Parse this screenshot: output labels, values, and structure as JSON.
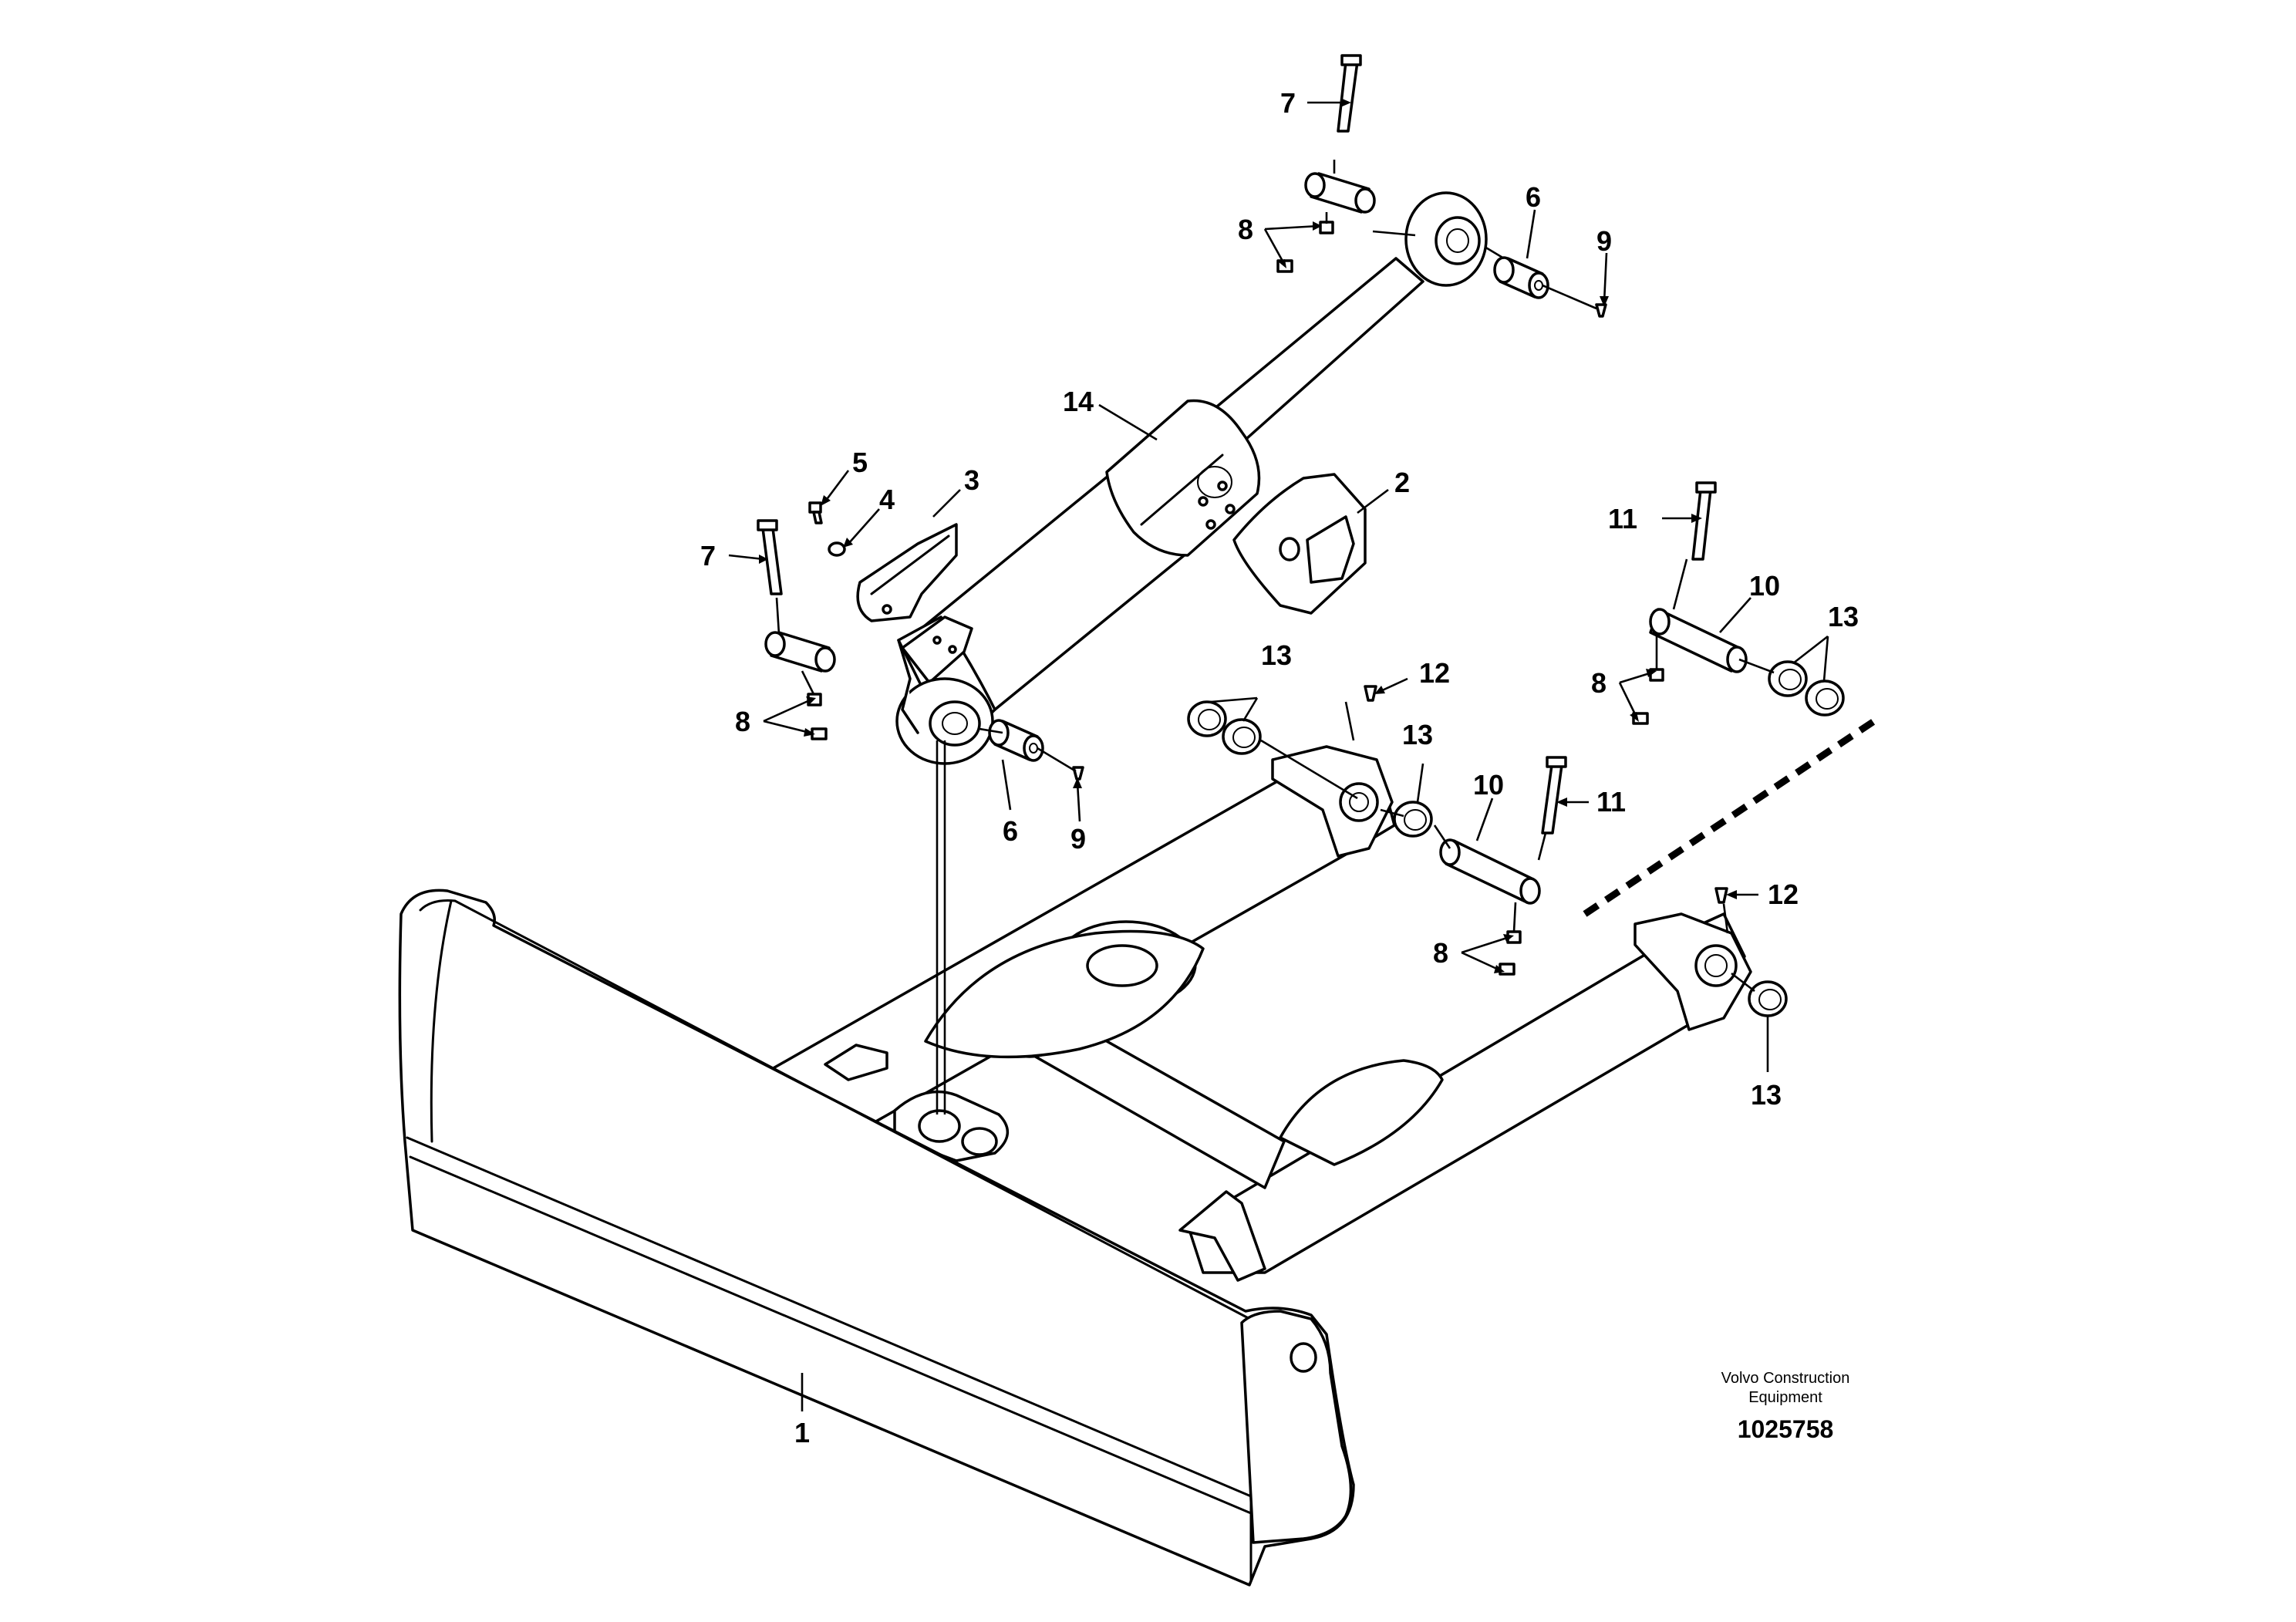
{
  "callouts": {
    "c1": "1",
    "c2": "2",
    "c3": "3",
    "c4": "4",
    "c5": "5",
    "c6a": "6",
    "c6b": "6",
    "c7a": "7",
    "c7b": "7",
    "c8a": "8",
    "c8b": "8",
    "c8c": "8",
    "c8d": "8",
    "c9a": "9",
    "c9b": "9",
    "c10a": "10",
    "c10b": "10",
    "c11a": "11",
    "c11b": "11",
    "c12a": "12",
    "c12b": "12",
    "c13a": "13",
    "c13b": "13",
    "c13c": "13",
    "c13d": "13",
    "c14": "14"
  },
  "brand": {
    "line1": "Volvo Construction",
    "line2": "Equipment"
  },
  "document_number": "1025758"
}
